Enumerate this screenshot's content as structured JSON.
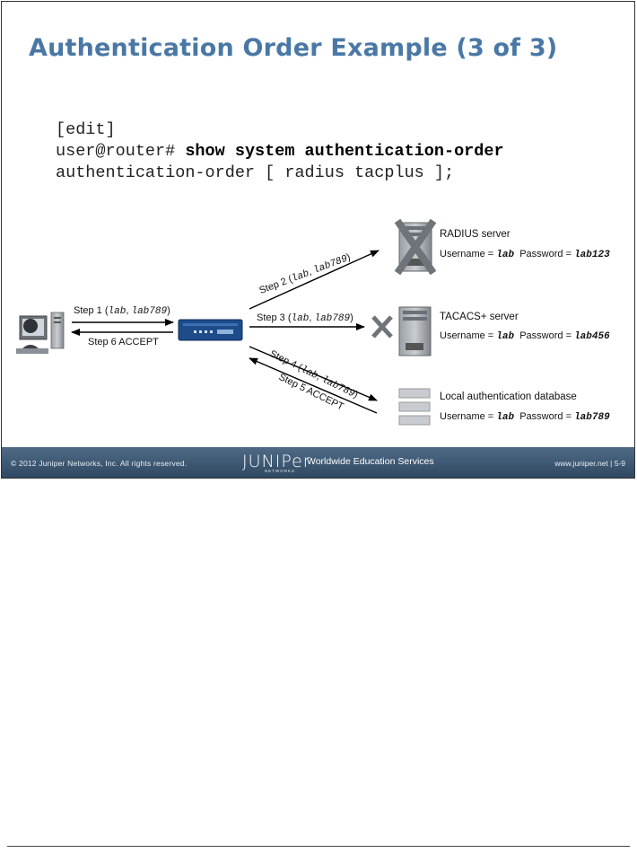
{
  "slide": {
    "title": "Authentication Order Example (3 of 3)",
    "code": {
      "line1": "[edit]",
      "prompt": "user@router# ",
      "command": "show system authentication-order",
      "line3": "authentication-order [ radius tacplus ];"
    }
  },
  "diagram": {
    "client": {
      "step1_prefix": "Step 1 (",
      "step1_user": "lab",
      "step1_sep": ", ",
      "step1_pass": "lab789",
      "step1_suffix": ")",
      "step6": "Step 6 ACCEPT"
    },
    "step2": {
      "prefix": "Step 2 (",
      "user": "lab",
      "sep": ", ",
      "pass": "lab789",
      "suffix": ")"
    },
    "step3": {
      "prefix": "Step 3 (",
      "user": "lab",
      "sep": ", ",
      "pass": "lab789",
      "suffix": ")"
    },
    "step4": {
      "prefix": "Step 4 (",
      "user": "lab",
      "sep": ", ",
      "pass": "lab789",
      "suffix": ")"
    },
    "step5": "Step 5 ACCEPT",
    "radius": {
      "name": "RADIUS server",
      "user_label": "Username = ",
      "user": "lab",
      "pass_label": "Password = ",
      "pass": "lab123"
    },
    "tacacs": {
      "name": "TACACS+ server",
      "user_label": "Username = ",
      "user": "lab",
      "pass_label": "Password = ",
      "pass": "lab456"
    },
    "local": {
      "name": "Local authentication database",
      "user_label": "Username = ",
      "user": "lab",
      "pass_label": "Password = ",
      "pass": "lab789"
    }
  },
  "footer": {
    "copyright": "© 2012 Juniper Networks, Inc. All rights reserved.",
    "logo": "JUNIPer",
    "logo_sub": "NETWORKS",
    "tagline": "Worldwide Education Services",
    "url": "www.juniper.net | 5-9"
  }
}
